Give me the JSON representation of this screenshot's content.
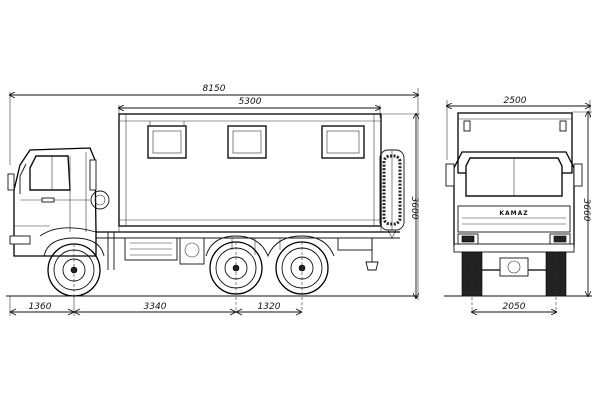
{
  "side_view": {
    "overall_length": "8150",
    "body_length": "5300",
    "front_overhang": "1360",
    "wheelbase_front": "3340",
    "wheelbase_rear": "1320",
    "height": "3600"
  },
  "front_view": {
    "overall_width": "2500",
    "track_width": "2050",
    "height": "3660",
    "grille_text": "KAMAZ"
  },
  "colors": {
    "line": "#111111",
    "background": "#ffffff"
  }
}
